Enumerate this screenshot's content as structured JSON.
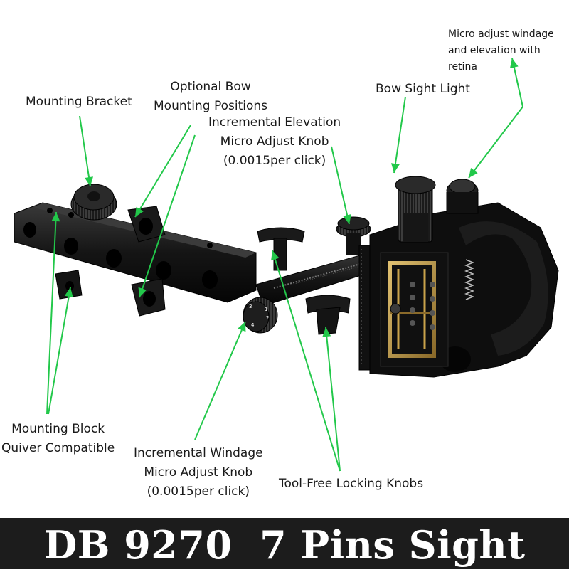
{
  "labels": {
    "mounting_bracket": "Mounting Bracket",
    "optional_bow": [
      "Optional Bow",
      "Mounting Positions"
    ],
    "elevation_knob": [
      "Incremental Elevation",
      "Micro Adjust Knob",
      "(0.0015per click)"
    ],
    "bow_sight_light": "Bow Sight Light",
    "micro_adjust_retina": [
      "Micro adjust windage",
      "and elevation with",
      "retina"
    ],
    "mounting_block": [
      "Mounting Block",
      "Quiver Compatible"
    ],
    "windage_knob": [
      "Incremental Windage",
      "Micro Adjust Knob",
      "(0.0015per click)"
    ],
    "locking_knobs": "Tool-Free Locking Knobs"
  },
  "banner": {
    "title": "DB 9270  7 Pins Sight"
  },
  "colors": {
    "arrow": "#22c84a",
    "product_dark": "#161616",
    "brass": "#c9a24a",
    "banner_bg": "#1c1c1c",
    "banner_text": "#ffffff"
  },
  "knob_numbers": [
    "1",
    "2",
    "3",
    "4"
  ]
}
